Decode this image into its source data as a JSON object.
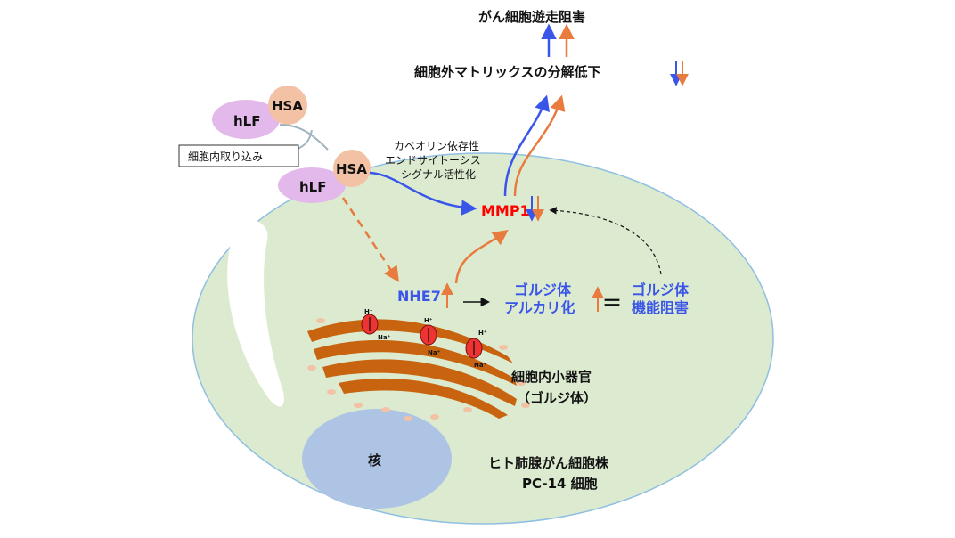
{
  "colors": {
    "cell_fill": "#dcebd0",
    "cell_stroke": "#8fbfe2",
    "nucleus": "#aec4e4",
    "golgi": "#c8640f",
    "blue_arrow": "#3a56e8",
    "orange_arrow": "#e87b3e",
    "hlf": "#e3b8ea",
    "hsa": "#f3c2a4",
    "mmp_text": "#ff0000",
    "text_blue": "#3a56e8"
  },
  "labels": {
    "top_effect": "がん細胞遊走阻害",
    "ecm": "細胞外マトリックスの分解低下",
    "hlf_outer": "hLF",
    "hsa_outer": "HSA",
    "uptake": "細胞内取り込み",
    "hlf_inner": "hLF",
    "hsa_inner": "HSA",
    "pathway_line1": "カベオリン依存性",
    "pathway_line2": "エンドサイトーシス",
    "pathway_line3": "シグナル活性化",
    "mmp1": "MMP1",
    "nhe7": "NHE7",
    "golgi_alk_line1": "ゴルジ体",
    "golgi_alk_line2": "アルカリ化",
    "equals": "＝",
    "golgi_inhib_line1": "ゴルジ体",
    "golgi_inhib_line2": "機能阻害",
    "organelle_line1": "細胞内小器官",
    "organelle_line2": "（ゴルジ体）",
    "nucleus": "核",
    "cell_line1": "ヒト肺腺がん細胞株",
    "cell_line2": "PC-14 細胞",
    "proton": "H⁺",
    "sodium": "Na⁺"
  }
}
